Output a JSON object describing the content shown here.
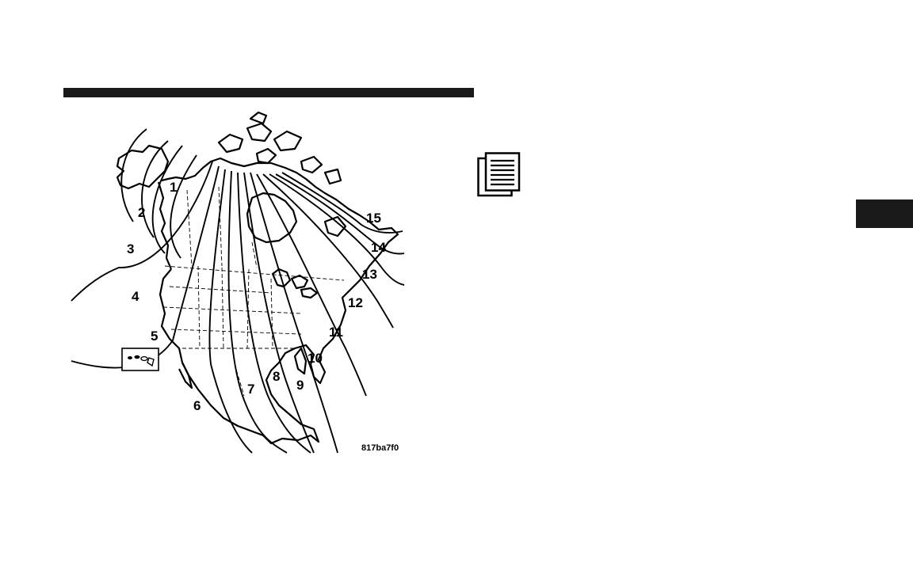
{
  "figure": {
    "code": "817ba7f0",
    "zones": [
      "1",
      "2",
      "3",
      "4",
      "5",
      "6",
      "7",
      "8",
      "9",
      "10",
      "11",
      "12",
      "13",
      "14",
      "15"
    ]
  },
  "icons": {
    "note": "document-note-icon"
  },
  "colors": {
    "ink": "#000000",
    "rule": "#1a1a1a",
    "background": "#ffffff"
  }
}
